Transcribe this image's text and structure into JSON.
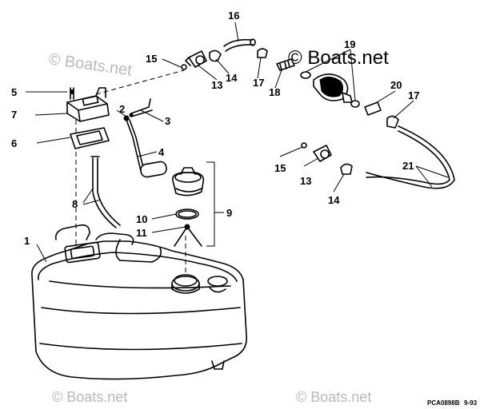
{
  "watermark": {
    "main": "© Boats.net",
    "faint": "© Boats.net"
  },
  "drawing_code": "PCA0898B",
  "drawing_date": "9-93",
  "callouts": [
    "1",
    "2",
    "3",
    "4",
    "5",
    "6",
    "7",
    "8",
    "9",
    "10",
    "11",
    "13",
    "13",
    "14",
    "14",
    "15",
    "15",
    "16",
    "17",
    "17",
    "18",
    "19",
    "20",
    "21"
  ]
}
